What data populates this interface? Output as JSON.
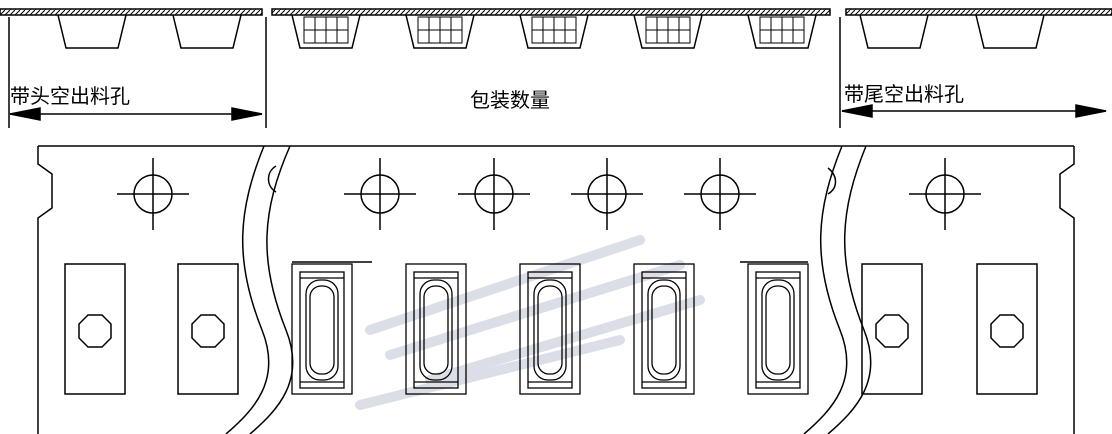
{
  "labels": {
    "leader_empty_pockets": "带头空出料孔",
    "packing_quantity": "包装数量",
    "trailer_empty_pockets": "带尾空出料孔"
  },
  "pockets": {
    "leader_count": 2,
    "filled_count": 5,
    "trailer_count": 2
  },
  "colors": {
    "line": "#000000",
    "background": "#ffffff",
    "watermark": "#9aa3b8"
  }
}
